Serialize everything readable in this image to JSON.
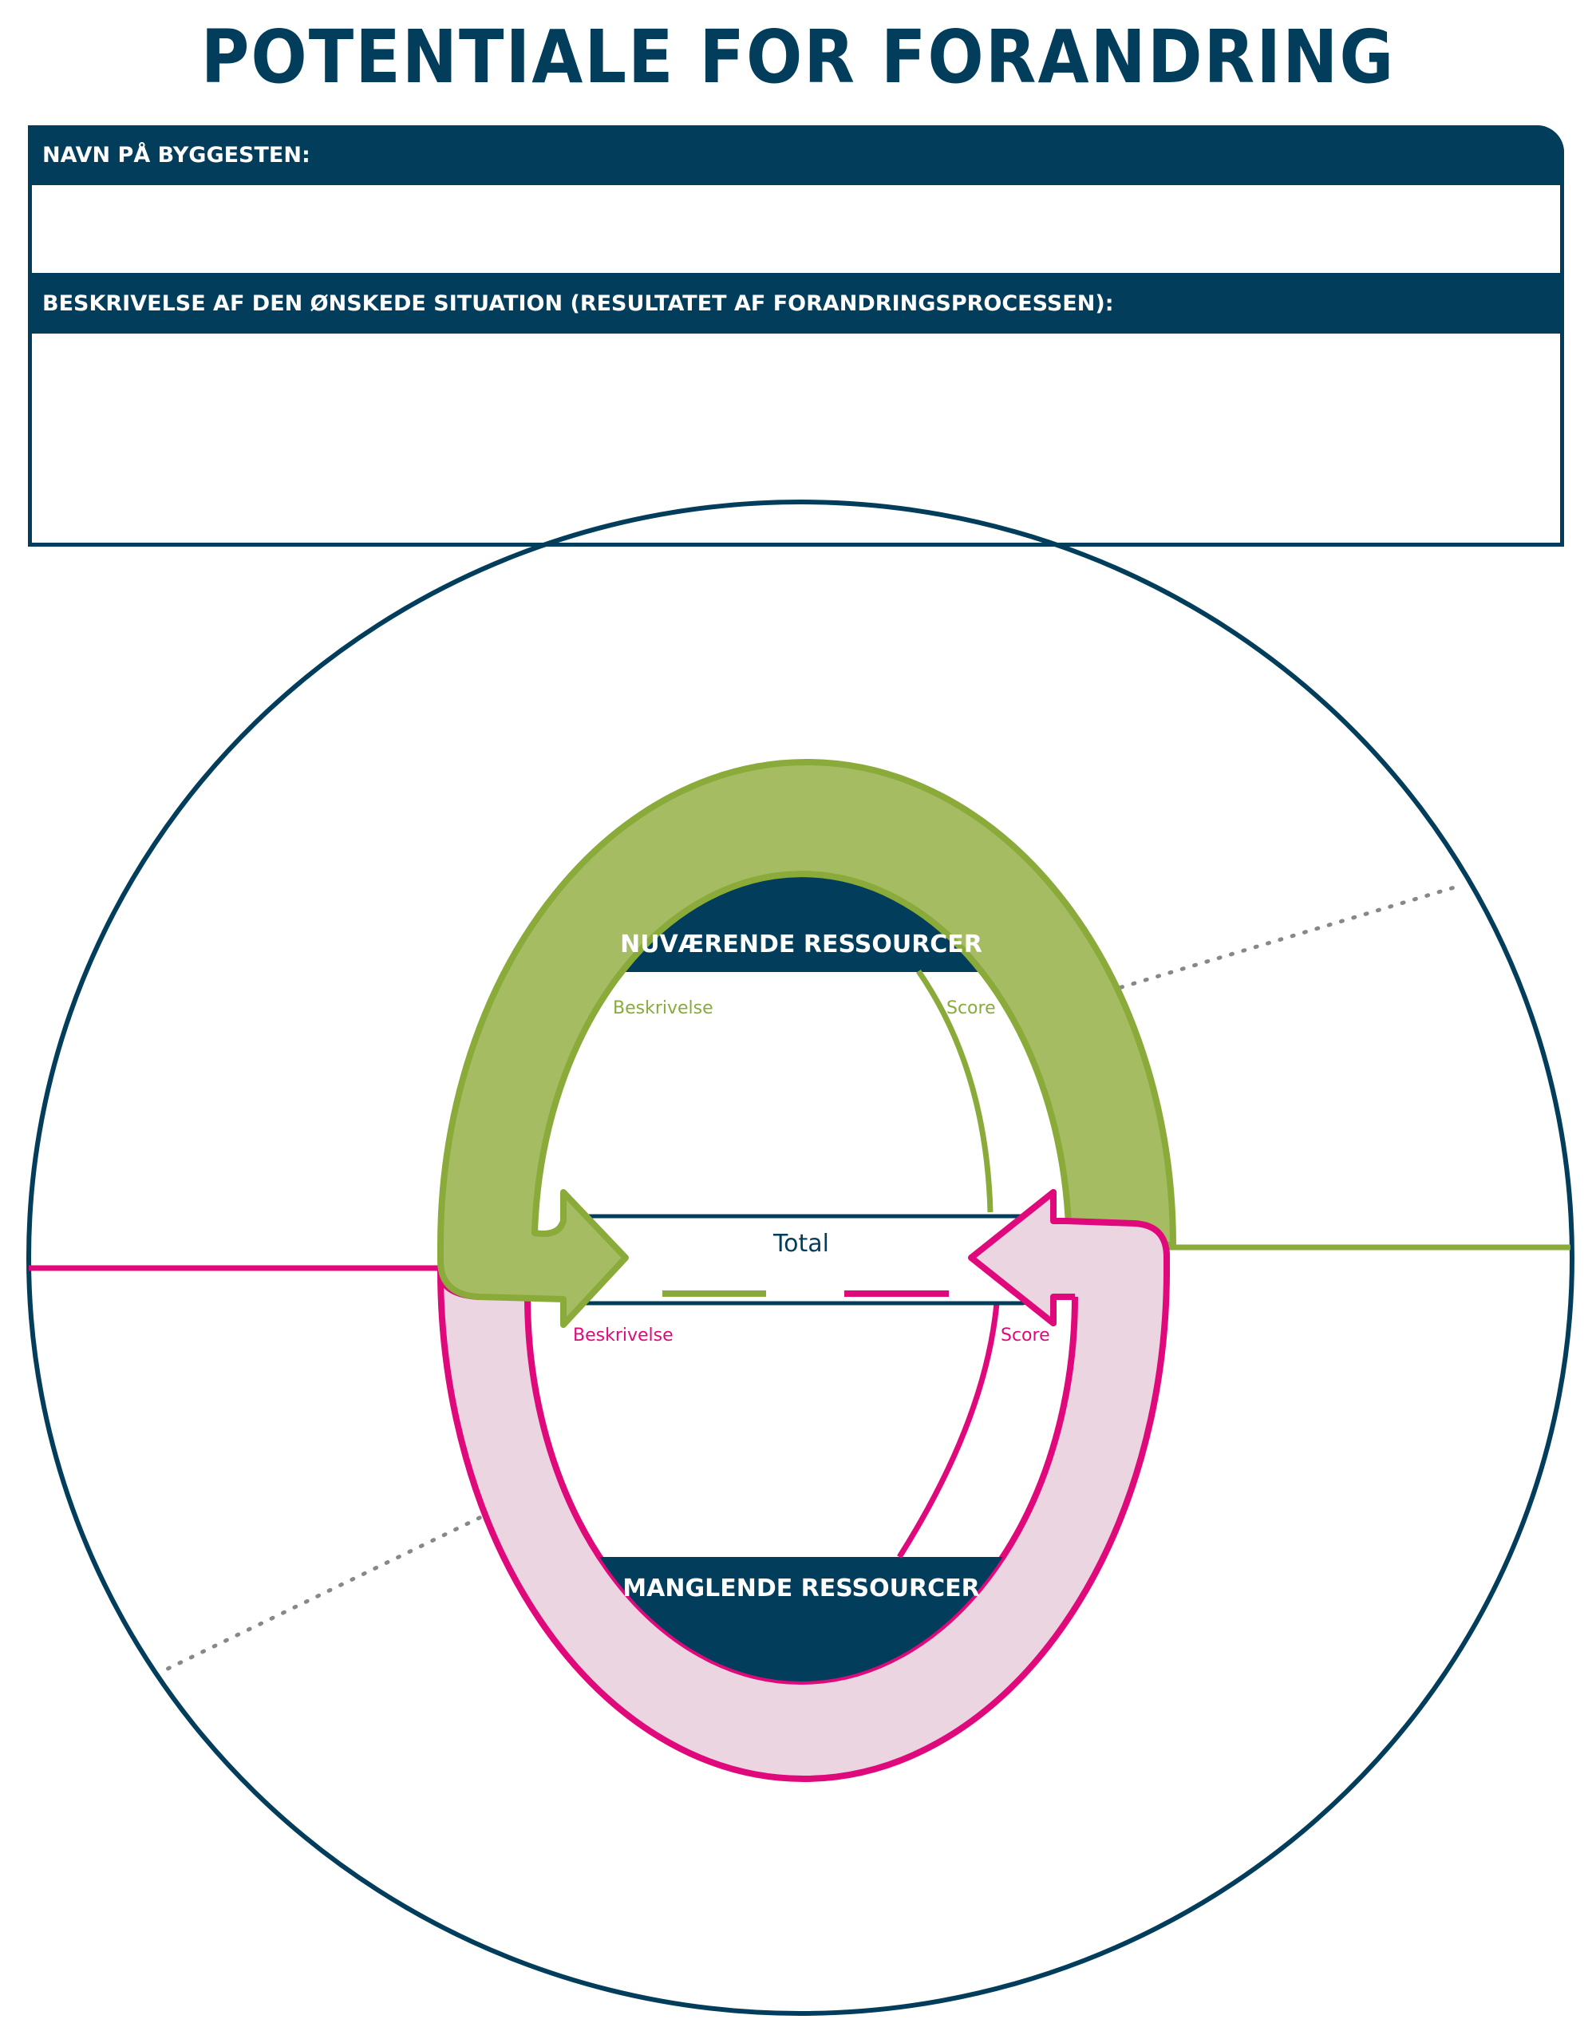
{
  "title": "POTENTIALE FOR FORANDRING",
  "form": {
    "name_label": "NAVN PÅ BYGGESTEN:",
    "name_value": "",
    "description_label": "BESKRIVELSE AF DEN ØNSKEDE SITUATION (RESULTATET AF FORANDRINGSPROCESSEN):",
    "description_value": ""
  },
  "diagram": {
    "current_resources": {
      "heading": "NUVÆRENDE RESSOURCER",
      "description_label": "Beskrivelse",
      "score_label": "Score"
    },
    "missing_resources": {
      "heading": "MANGLENDE RESSOURCER",
      "description_label": "Beskrivelse",
      "score_label": "Score"
    },
    "total_label": "Total"
  },
  "colors": {
    "navy": "#023e5c",
    "green": "#8aab3a",
    "green_fill": "#a5bc63",
    "pink": "#e0097b",
    "pink_fill": "#ead5e0",
    "dots": "#888888"
  }
}
